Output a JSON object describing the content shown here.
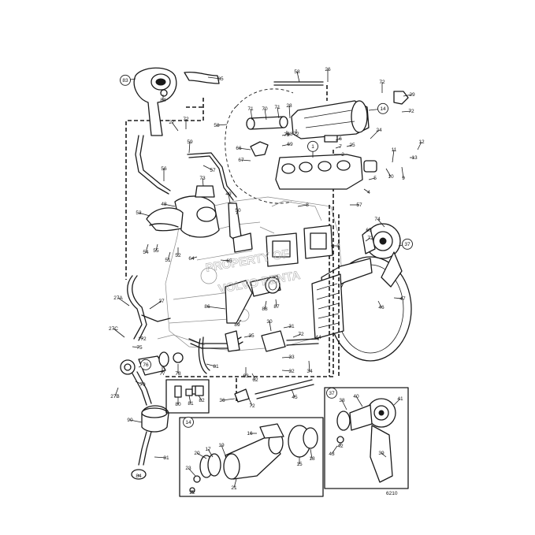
{
  "diagram": {
    "drawing_number": "6210",
    "watermark": [
      "PROPERTY OF",
      "VOLVO PENTA"
    ]
  },
  "callouts": [
    {
      "id": "c1",
      "text": "83"
    },
    {
      "id": "c2",
      "text": "85"
    },
    {
      "id": "c3",
      "text": "84"
    },
    {
      "id": "c4",
      "text": "58"
    },
    {
      "id": "c5",
      "text": "26"
    },
    {
      "id": "c6",
      "text": "72"
    },
    {
      "id": "c7",
      "text": "29"
    },
    {
      "id": "c8",
      "text": "72"
    },
    {
      "id": "c9",
      "text": "71"
    },
    {
      "id": "c10",
      "text": "70"
    },
    {
      "id": "c11",
      "text": "71"
    },
    {
      "id": "c12",
      "text": "28"
    },
    {
      "id": "c13",
      "text": "14"
    },
    {
      "id": "c14",
      "text": "27"
    },
    {
      "id": "c15",
      "text": "72"
    },
    {
      "id": "c16",
      "text": "58"
    },
    {
      "id": "c17",
      "text": "72"
    },
    {
      "id": "c18",
      "text": "72"
    },
    {
      "id": "c19",
      "text": "68"
    },
    {
      "id": "c20",
      "text": "69"
    },
    {
      "id": "c21",
      "text": "1"
    },
    {
      "id": "c22",
      "text": "6"
    },
    {
      "id": "c23",
      "text": "7"
    },
    {
      "id": "c24",
      "text": "24"
    },
    {
      "id": "c25",
      "text": "25"
    },
    {
      "id": "c26",
      "text": "12"
    },
    {
      "id": "c27",
      "text": "13"
    },
    {
      "id": "c28",
      "text": "11"
    },
    {
      "id": "c29",
      "text": "59"
    },
    {
      "id": "c30",
      "text": "66"
    },
    {
      "id": "c31",
      "text": "67"
    },
    {
      "id": "c32",
      "text": "2"
    },
    {
      "id": "c33",
      "text": "57"
    },
    {
      "id": "c34",
      "text": "10"
    },
    {
      "id": "c35",
      "text": "9"
    },
    {
      "id": "c36",
      "text": "56"
    },
    {
      "id": "c37",
      "text": "73"
    },
    {
      "id": "c38",
      "text": "5"
    },
    {
      "id": "c39",
      "text": "4"
    },
    {
      "id": "c40",
      "text": "48"
    },
    {
      "id": "c41",
      "text": "49"
    },
    {
      "id": "c42",
      "text": "8"
    },
    {
      "id": "c43",
      "text": "57"
    },
    {
      "id": "c44",
      "text": "53"
    },
    {
      "id": "c45",
      "text": "50"
    },
    {
      "id": "c46",
      "text": "74"
    },
    {
      "id": "c47",
      "text": "60"
    },
    {
      "id": "c48",
      "text": "72"
    },
    {
      "id": "c49",
      "text": "37"
    },
    {
      "id": "c50",
      "text": "54"
    },
    {
      "id": "c51",
      "text": "55"
    },
    {
      "id": "c52",
      "text": "52"
    },
    {
      "id": "c53",
      "text": "51"
    },
    {
      "id": "c54",
      "text": "64"
    },
    {
      "id": "c55",
      "text": "65"
    },
    {
      "id": "c56",
      "text": "3"
    },
    {
      "id": "c57",
      "text": "27A"
    },
    {
      "id": "c58",
      "text": "27"
    },
    {
      "id": "c59",
      "text": "86"
    },
    {
      "id": "c60",
      "text": "88"
    },
    {
      "id": "c61",
      "text": "87"
    },
    {
      "id": "c62",
      "text": "46"
    },
    {
      "id": "c63",
      "text": "47"
    },
    {
      "id": "c64",
      "text": "72"
    },
    {
      "id": "c65",
      "text": "89"
    },
    {
      "id": "c66",
      "text": "30"
    },
    {
      "id": "c67",
      "text": "31"
    },
    {
      "id": "c68",
      "text": "27C"
    },
    {
      "id": "c69",
      "text": "75"
    },
    {
      "id": "c70",
      "text": "35"
    },
    {
      "id": "c71",
      "text": "72"
    },
    {
      "id": "c72",
      "text": "44"
    },
    {
      "id": "c73",
      "text": "76"
    },
    {
      "id": "c74",
      "text": "77"
    },
    {
      "id": "c75",
      "text": "78"
    },
    {
      "id": "c76",
      "text": "81"
    },
    {
      "id": "c77",
      "text": "33"
    },
    {
      "id": "c78",
      "text": "32"
    },
    {
      "id": "c79",
      "text": "34"
    },
    {
      "id": "c80",
      "text": "63"
    },
    {
      "id": "c81",
      "text": "62"
    },
    {
      "id": "c82",
      "text": "27B"
    },
    {
      "id": "c83",
      "text": "79"
    },
    {
      "id": "c84",
      "text": "80"
    },
    {
      "id": "c85",
      "text": "81"
    },
    {
      "id": "c86",
      "text": "82"
    },
    {
      "id": "c87",
      "text": "36"
    },
    {
      "id": "c88",
      "text": "72"
    },
    {
      "id": "c89",
      "text": "45"
    },
    {
      "id": "c90",
      "text": "37"
    },
    {
      "id": "c91",
      "text": "38"
    },
    {
      "id": "c92",
      "text": "40"
    },
    {
      "id": "c93",
      "text": "41"
    },
    {
      "id": "c94",
      "text": "90"
    },
    {
      "id": "c95",
      "text": "14"
    },
    {
      "id": "c96",
      "text": "16"
    },
    {
      "id": "c97",
      "text": "43"
    },
    {
      "id": "c98",
      "text": "42"
    },
    {
      "id": "c99",
      "text": "39"
    },
    {
      "id": "c100",
      "text": "20"
    },
    {
      "id": "c101",
      "text": "17"
    },
    {
      "id": "c102",
      "text": "19"
    },
    {
      "id": "c103",
      "text": "15"
    },
    {
      "id": "c104",
      "text": "18"
    },
    {
      "id": "c105",
      "text": "81"
    },
    {
      "id": "c106",
      "text": "84"
    },
    {
      "id": "c107",
      "text": "23"
    },
    {
      "id": "c108",
      "text": "22"
    },
    {
      "id": "c109",
      "text": "21"
    }
  ]
}
